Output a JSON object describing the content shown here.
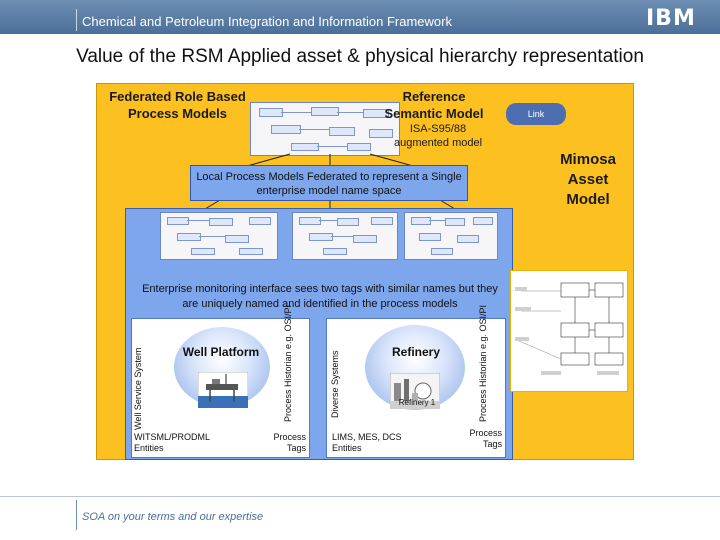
{
  "header": {
    "title": "Chemical and Petroleum Integration and Information Framework",
    "logo_text": "IBM"
  },
  "page_title": "Value of the RSM Applied asset & physical hierarchy representation",
  "panel": {
    "federated_title": "Federated Role Based Process Models",
    "reference_title": "Reference Semantic Model",
    "isa_text": "ISA-S95/88 augmented model",
    "link_label": "Link",
    "mimosa_title": "Mimosa Asset Model",
    "local_banner": "Local Process Models Federated to represent a Single enterprise model name space",
    "enterprise_text": "Enterprise monitoring interface sees two tags with similar names but they are uniquely named and identified in the process models"
  },
  "lower": {
    "well_service": "Well Service System",
    "well_platform": "Well Platform",
    "left_historian": "Process Historian e.g. OSI/PI",
    "witsml": "WITSML/PRODML Entities",
    "left_tags": "Process Tags",
    "diverse": "Diverse Systems",
    "refinery": "Refinery",
    "refinery_1": "Refinery 1",
    "right_historian": "Process Historian e.g. OSI/PI",
    "lims": "LIMS, MES, DCS Entities",
    "right_tags": "Process Tags"
  },
  "footer": {
    "text": "SOA on your terms and our expertise"
  },
  "colors": {
    "panel": "#fdc021",
    "banner_blue": "#7ea6ec",
    "header_blue": "#4b6f99",
    "link_button": "#4d6eb0"
  }
}
